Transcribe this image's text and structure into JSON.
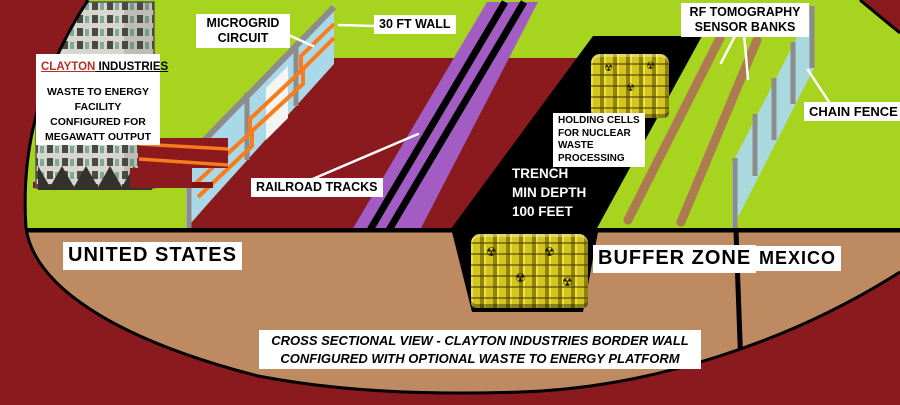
{
  "facility": {
    "brand": "CLAYTON",
    "brand_rest": " INDUSTRIES",
    "line1": "WASTE TO ENERGY",
    "line2": "FACILITY",
    "line3": "CONFIGURED FOR",
    "line4": "MEGAWATT OUTPUT"
  },
  "callouts": {
    "microgrid": {
      "line1": "MICROGRID",
      "line2": "CIRCUIT"
    },
    "wall": {
      "text": "30 FT WALL"
    },
    "rf": {
      "line1": "RF TOMOGRAPHY",
      "line2": "SENSOR BANKS"
    },
    "chain_fence": {
      "text": "CHAIN FENCE"
    },
    "railroad": {
      "text": "RAILROAD TRACKS"
    },
    "holding": {
      "line1": "HOLDING CELLS",
      "line2": "FOR NUCLEAR",
      "line3": "WASTE",
      "line4": "PROCESSING"
    },
    "trench": {
      "line1": "TRENCH",
      "line2": "MIN DEPTH",
      "line3": "100 FEET"
    }
  },
  "zones": {
    "left": "UNITED STATES",
    "middle": "BUFFER ZONE",
    "right": "MEXICO"
  },
  "caption": {
    "line1": "CROSS SECTIONAL VIEW -  CLAYTON INDUSTRIES BORDER WALL",
    "line2": "CONFIGURED WITH OPTIONAL WASTE TO ENERGY PLATFORM"
  },
  "icons": {
    "radiation": "☢"
  },
  "colors": {
    "outer_red": "#8A1A1E",
    "ground_green": "#A6D41F",
    "underground_brown": "#BE8A62",
    "wall_blue": "#A9D8E8",
    "structure_grey": "#8C8C8C",
    "circuit_orange": "#F87C1C",
    "railroad_purple": "#A35CC3",
    "sensor_tan": "#AE7A52",
    "barrel_yellow": "#D3C41F",
    "brand_red": "#B03228",
    "label_bg": "#FFFFFF",
    "label_text": "#000000"
  }
}
